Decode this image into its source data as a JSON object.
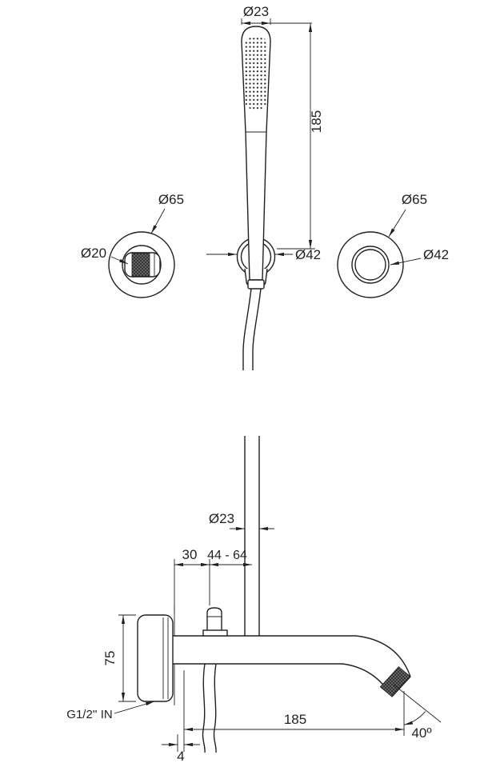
{
  "title": "bath-shower-mixer-technical-drawing",
  "colors": {
    "line": "#231f20",
    "background": "#ffffff"
  },
  "top_view": {
    "handshower_diameter": "Ø23",
    "handshower_length": "185",
    "left_trim_diameter": "Ø65",
    "handle_diameter": "Ø20",
    "bracket_diameter": "Ø42",
    "right_trim_diameter": "Ø65",
    "right_inner_diameter": "Ø42"
  },
  "side_view": {
    "handshower_diameter": "Ø23",
    "wall_to_hose": "30",
    "adjustment_range": "44 - 64",
    "plate_height": "75",
    "inlet_thread": "G1/2'' IN",
    "spout_reach": "185",
    "spout_angle": "40º",
    "hose_offset": "4"
  }
}
